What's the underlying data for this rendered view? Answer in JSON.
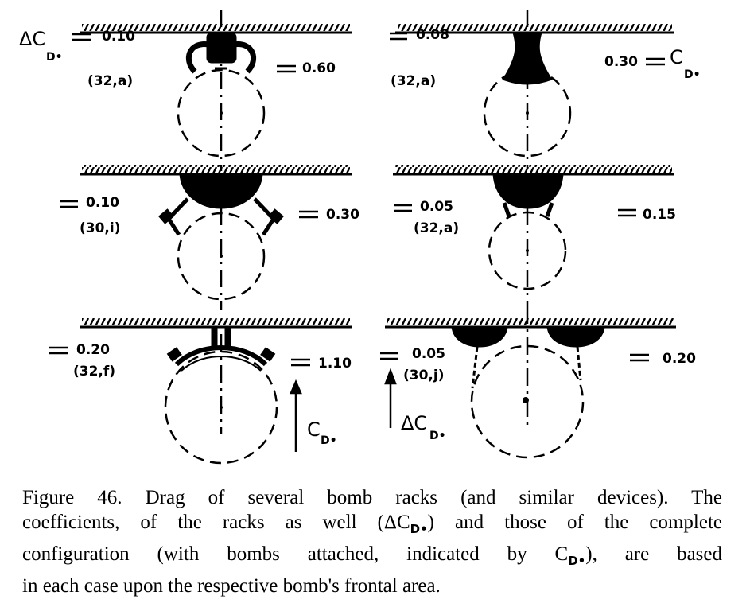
{
  "symbols": {
    "delta_c": "ΔC",
    "c": "C",
    "subscript": "D•",
    "equals": "="
  },
  "panels": [
    {
      "delta": "0.10",
      "ref": "(32,a)",
      "total": "0.60"
    },
    {
      "delta": "0.08",
      "ref": "(32,a)",
      "total": "0.30"
    },
    {
      "delta": "0.10",
      "ref": "(30,i)",
      "total": "0.30"
    },
    {
      "delta": "0.05",
      "ref": "(32,a)",
      "total": "0.15"
    },
    {
      "delta": "0.20",
      "ref": "(32,f)",
      "total": "1.10"
    },
    {
      "delta": "0.05",
      "ref": "(30,j)",
      "total": "0.20"
    }
  ],
  "caption": {
    "line1": "Figure 46. Drag of several bomb racks (and similar devices). The",
    "line2a": "coefficients, of the racks as well (ΔC",
    "line2b": ") and those of the complete",
    "line3a": "configuration (with bombs attached, indicated by C",
    "line3b": "), are based",
    "line4": "in each case upon the respective bomb's frontal area.",
    "sub": "D•"
  }
}
